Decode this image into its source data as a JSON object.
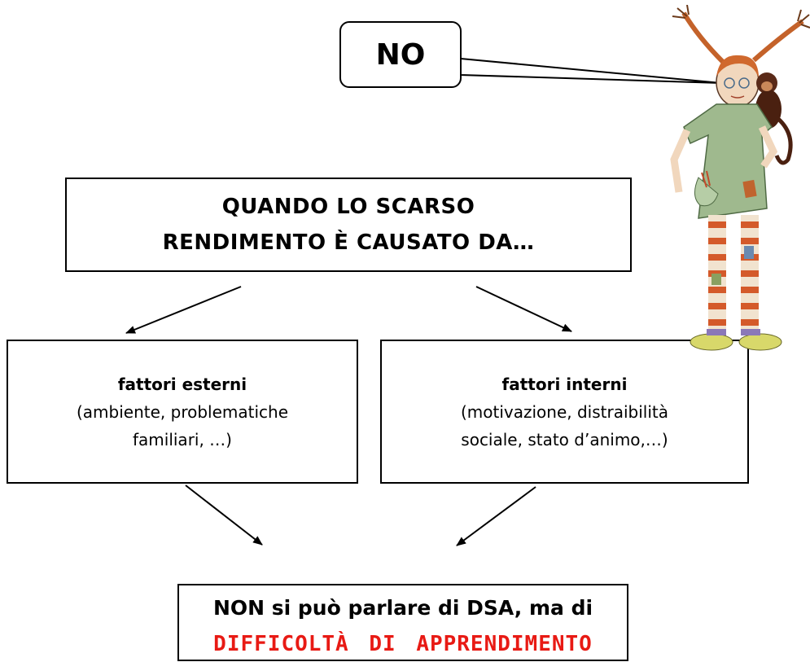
{
  "speech_bubble": {
    "text": "NO"
  },
  "top_box": {
    "line1": "QUANDO LO SCARSO",
    "line2": "RENDIMENTO È CAUSATO DA…"
  },
  "left_factor": {
    "title": "fattori esterni",
    "line1": "(ambiente, problematiche",
    "line2": "familiari, …)"
  },
  "right_factor": {
    "title": "fattori interni",
    "line1": "(motivazione, distraibilità",
    "line2": "sociale, stato d’animo,…)"
  },
  "bottom_box": {
    "line1": "NON si può parlare di DSA, ma di",
    "highlight": "DIFFICOLTÀ DI APPRENDIMENTO"
  },
  "colors": {
    "highlight": "#e81a14",
    "border": "#000000",
    "background": "#ffffff"
  }
}
